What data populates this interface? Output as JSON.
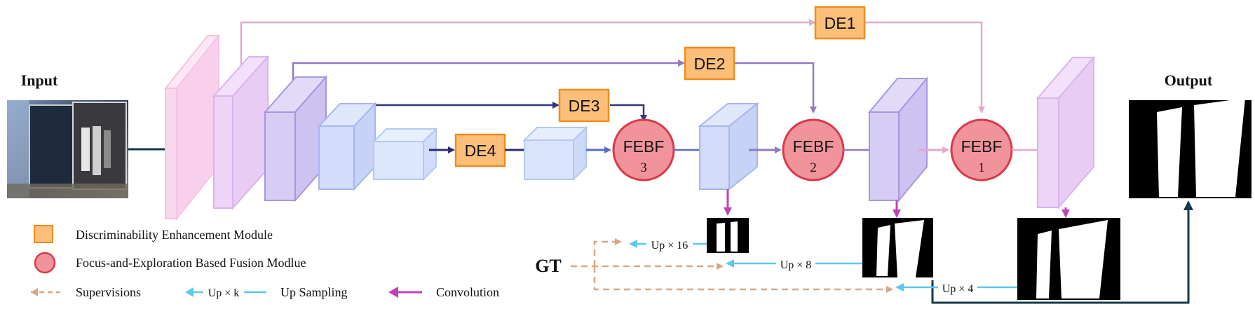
{
  "labels": {
    "input": "Input",
    "output": "Output",
    "gt": "GT"
  },
  "de_modules": [
    "DE1",
    "DE2",
    "DE3",
    "DE4"
  ],
  "febf_modules": [
    {
      "name": "FEBF",
      "index": "3"
    },
    {
      "name": "FEBF",
      "index": "2"
    },
    {
      "name": "FEBF",
      "index": "1"
    }
  ],
  "upsample_labels": [
    "Up × 16",
    "Up × 8",
    "Up × 4"
  ],
  "legend": {
    "de": "Discriminability Enhancement Module",
    "febf": "Focus-and-Exploration Based Fusion Modlue",
    "supervisions": "Supervisions",
    "upk": "Up × k",
    "upsampling": "Up Sampling",
    "convolution": "Convolution"
  },
  "colors": {
    "de_fill": "#fbbf7a",
    "de_stroke": "#f08c1a",
    "febf_fill": "#f1939b",
    "febf_stroke": "#d83a4a",
    "supervision": "#d6a884",
    "upsample": "#5cc8ec",
    "convolution": "#c040b8",
    "output_arrow": "#16384a",
    "dark_arrow": "#2c2c70"
  }
}
